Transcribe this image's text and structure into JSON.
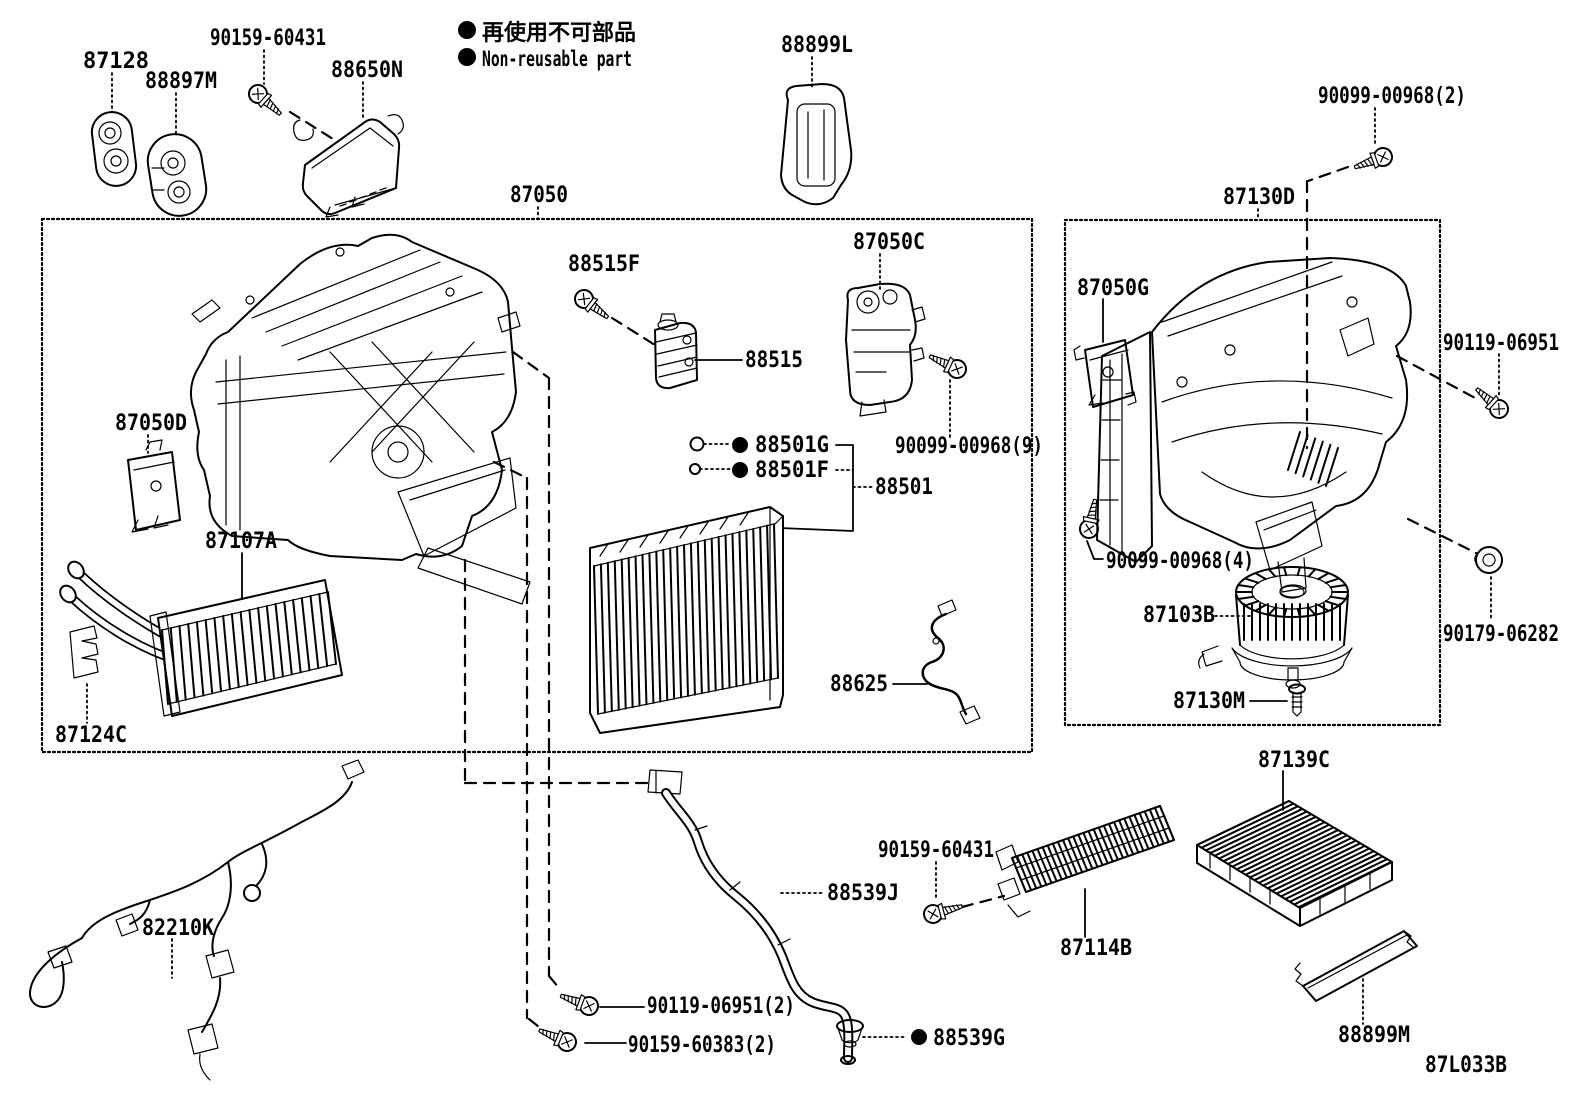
{
  "legend": {
    "marker_icon": "filled-circle",
    "jp": "再使用不可部品",
    "en": "Non-reusable part"
  },
  "footer": {
    "diagram_code": "87L033B"
  },
  "callouts": {
    "c87128": "87128",
    "c88897M": "88897M",
    "c90159_60431_a": "90159-60431",
    "c88650N": "88650N",
    "c88899L": "88899L",
    "c87050": "87050",
    "c90099_00968_2": "90099-00968(2)",
    "c87130D": "87130D",
    "c88515F": "88515F",
    "c88515": "88515",
    "c87050C": "87050C",
    "c90099_00968_9": "90099-00968(9)",
    "c88501G": "88501G",
    "c88501F": "88501F",
    "c88501": "88501",
    "c87050D": "87050D",
    "c87107A": "87107A",
    "c87124C": "87124C",
    "c88625": "88625",
    "c87050G": "87050G",
    "c90119_06951": "90119-06951",
    "c90099_00968_4": "90099-00968(4)",
    "c87103B": "87103B",
    "c87130M": "87130M",
    "c90179_06282": "90179-06282",
    "c87139C": "87139C",
    "c87114B": "87114B",
    "c88899M": "88899M",
    "c82210K": "82210K",
    "c88539J": "88539J",
    "c90159_60431_b": "90159-60431",
    "c90119_06951_2": "90119-06951(2)",
    "c90159_60383_2": "90159-60383(2)",
    "c88539G": "88539G"
  }
}
